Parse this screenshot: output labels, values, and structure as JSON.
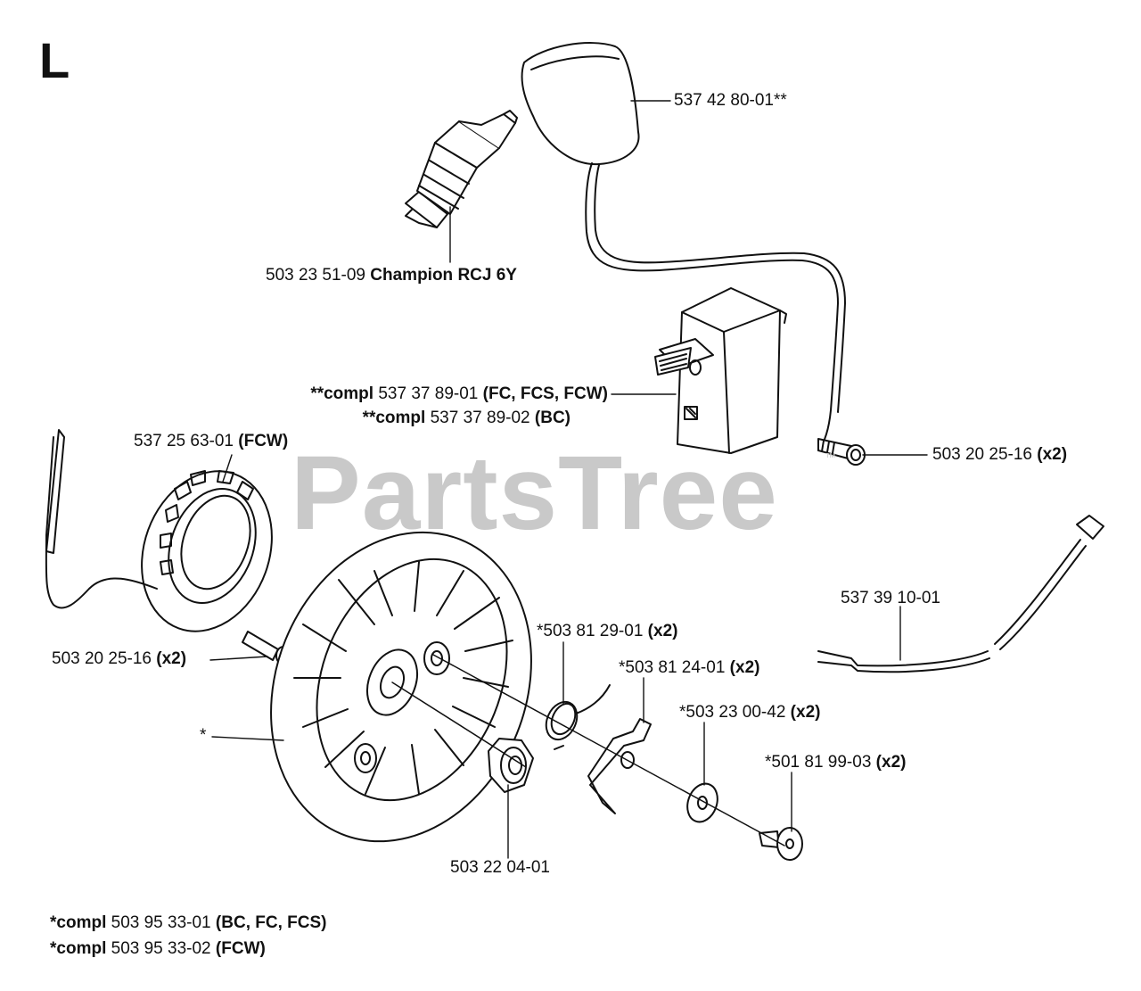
{
  "section_letter": "L",
  "watermark": {
    "text": "PartsTree",
    "tm": "™"
  },
  "labels": {
    "ignition_cap": {
      "num": "537 42 80-01**"
    },
    "spark_plug": {
      "num": "503 23 51-09",
      "bold": "Champion RCJ 6Y"
    },
    "module_a": {
      "pre": "**compl",
      "num": "537 37 89-01",
      "bold": "(FC, FCS, FCW)"
    },
    "module_b": {
      "pre": "**compl",
      "num": "537 37 89-02",
      "bold": "(BC)"
    },
    "module_screw": {
      "num": "503 20 25-16",
      "bold": "(x2)"
    },
    "coil_ring": {
      "num": "537 25 63-01",
      "bold": "(FCW)"
    },
    "ring_screw": {
      "num": "503 20 25-16",
      "bold": "(x2)"
    },
    "cable": {
      "num": "537 39 10-01"
    },
    "spring": {
      "num": "*503 81 29-01",
      "bold": "(x2)"
    },
    "pawl": {
      "num": "*503 81 24-01",
      "bold": "(x2)"
    },
    "washer": {
      "num": "*503 23 00-42",
      "bold": "(x2)"
    },
    "shoulder_screw": {
      "num": "*501 81 99-03",
      "bold": "(x2)"
    },
    "flywheel": {
      "num": "*"
    },
    "nut": {
      "num": "503 22 04-01"
    }
  },
  "footer": [
    {
      "pre": "*compl",
      "num": "503 95 33-01",
      "bold": "(BC, FC, FCS)"
    },
    {
      "pre": "*compl",
      "num": "503 95 33-02",
      "bold": "(FCW)"
    }
  ]
}
